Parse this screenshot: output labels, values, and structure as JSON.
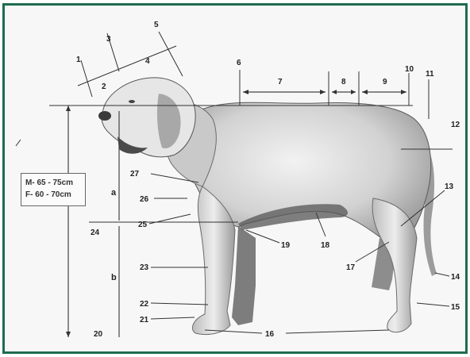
{
  "diagram": {
    "size_box": {
      "male": "M- 65 - 75cm",
      "female": "F- 60 - 70cm"
    },
    "letter_labels": {
      "a": "a",
      "b": "b"
    },
    "number_labels": [
      "1",
      "2",
      "3",
      "4",
      "5",
      "6",
      "7",
      "8",
      "9",
      "10",
      "11",
      "12",
      "13",
      "14",
      "15",
      "16",
      "17",
      "18",
      "19",
      "20",
      "21",
      "22",
      "23",
      "24",
      "25",
      "26",
      "27"
    ]
  }
}
